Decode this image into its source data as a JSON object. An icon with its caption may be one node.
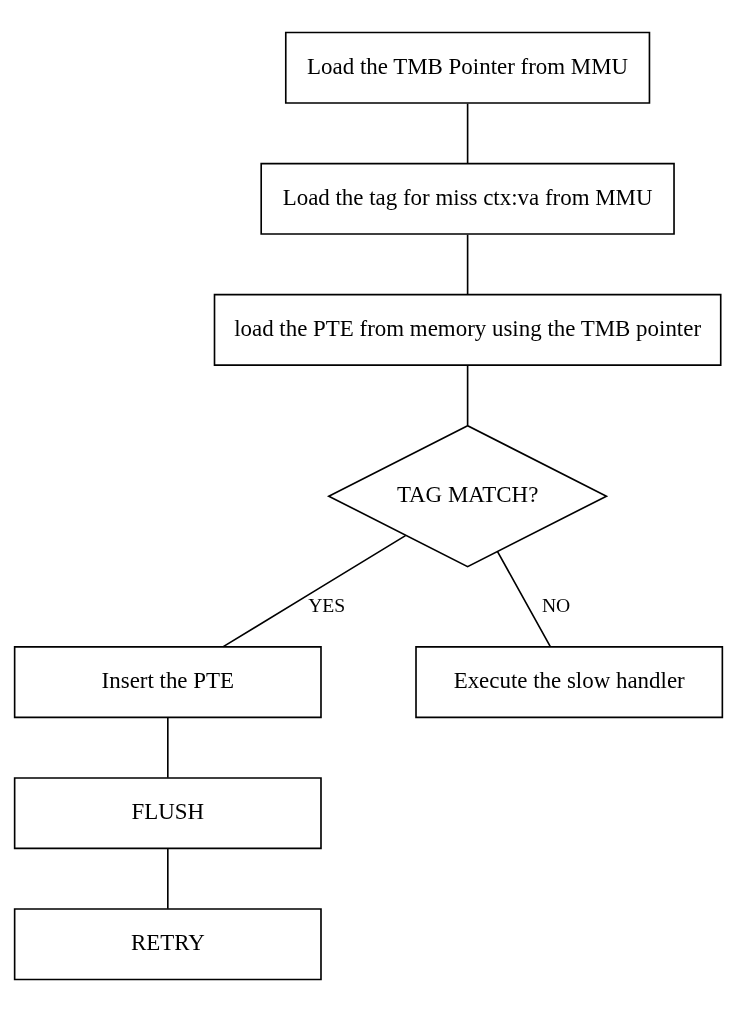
{
  "diagram": {
    "nodes": [
      {
        "text": [
          "Load the TMB Pointer from MMU"
        ]
      },
      {
        "text": [
          "Load the tag for miss ctx:va from MMU"
        ]
      },
      {
        "text": [
          "load the PTE from memory using the TMB pointer"
        ]
      },
      {
        "text": [
          "TAG MATCH?"
        ]
      },
      {
        "text": [
          "Insert the PTE"
        ]
      },
      {
        "text": [
          "FLUSH"
        ]
      },
      {
        "text": [
          "RETRY"
        ]
      },
      {
        "text": [
          "Execute the slow handler"
        ]
      }
    ],
    "edges": [
      {
        "from": 0,
        "to": 1,
        "arrow": "none"
      },
      {
        "from": 1,
        "to": 2,
        "arrow": "none"
      },
      {
        "from": 2,
        "to": 3,
        "arrow": "none"
      },
      {
        "from": 3,
        "to": 4,
        "arrow": "none",
        "label": "YES"
      },
      {
        "from": 4,
        "to": 5,
        "arrow": "none"
      },
      {
        "from": 5,
        "to": 6,
        "arrow": "none"
      },
      {
        "from": 3,
        "to": 7,
        "arrow": "none",
        "label": "NO"
      }
    ]
  }
}
